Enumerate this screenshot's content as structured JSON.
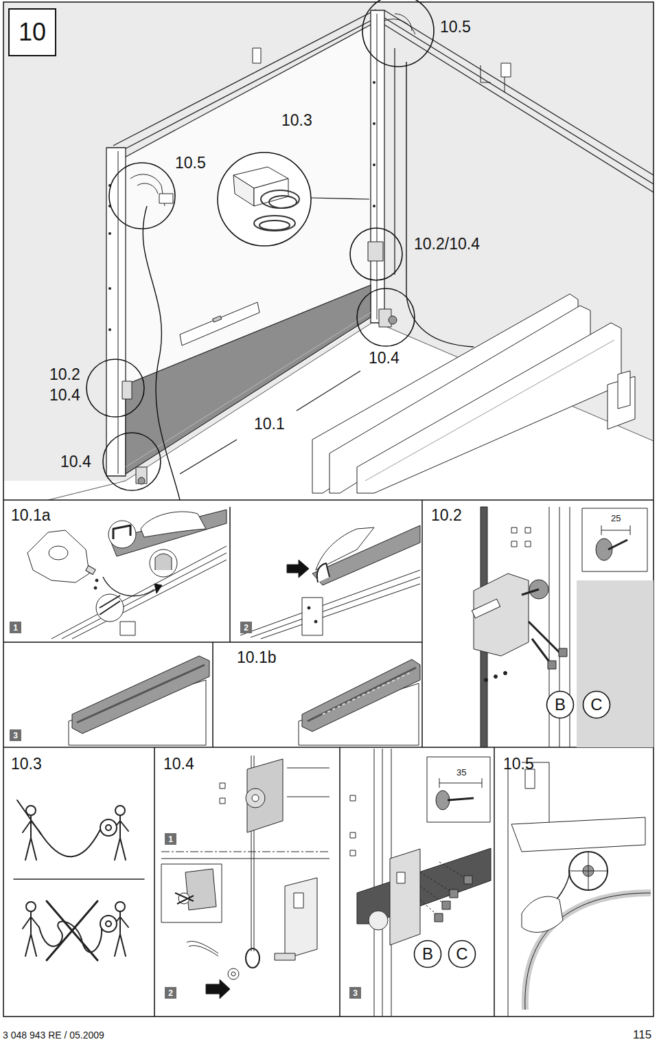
{
  "diagram": {
    "title": "10",
    "nodes": [
      {
        "text": [
          "1"
        ]
      },
      {
        "text": [
          "2"
        ]
      },
      {
        "text": [
          "3"
        ]
      },
      {
        "text": [
          "B"
        ]
      },
      {
        "text": [
          "C"
        ]
      },
      {
        "text": [
          "1"
        ]
      },
      {
        "text": [
          "2"
        ]
      },
      {
        "text": [
          "3"
        ]
      },
      {
        "text": [
          "B"
        ]
      },
      {
        "text": [
          "C"
        ]
      }
    ],
    "labels": [
      "10.5",
      "10.3",
      "10.5",
      "10.2/10.4",
      "10.2",
      "10.4",
      "10.4",
      "10.1",
      "10.4",
      "10.1a",
      "10.1b",
      "10.2",
      "25",
      "10.3",
      "10.4",
      "35",
      "10.5",
      "3 048 943 RE / 05.2009",
      "115"
    ]
  }
}
